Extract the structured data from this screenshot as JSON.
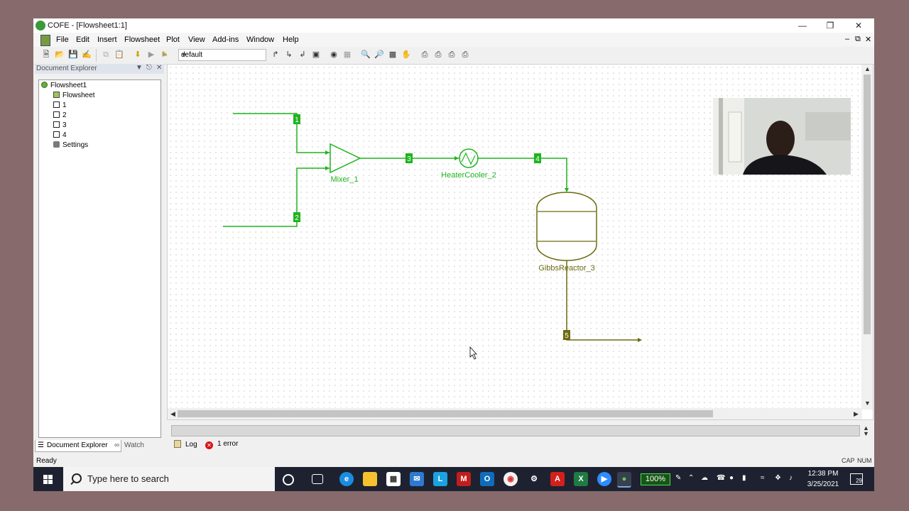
{
  "window": {
    "title": "COFE - [Flowsheet1:1]"
  },
  "menu": [
    "File",
    "Edit",
    "Insert",
    "Flowsheet",
    "Plot",
    "View",
    "Add-ins",
    "Window",
    "Help"
  ],
  "toolbar": {
    "combo_value": "default"
  },
  "explorer": {
    "title": "Document Explorer",
    "tree": [
      {
        "label": "Flowsheet1",
        "icon": "flowsheet-icon"
      },
      {
        "label": "Flowsheet",
        "icon": "document-icon"
      },
      {
        "label": "1",
        "icon": "stream-icon"
      },
      {
        "label": "2",
        "icon": "stream-icon"
      },
      {
        "label": "3",
        "icon": "stream-icon"
      },
      {
        "label": "4",
        "icon": "stream-icon"
      },
      {
        "label": "Settings",
        "icon": "settings-icon"
      }
    ],
    "tabs": [
      "Document Explorer",
      "Watch"
    ]
  },
  "flowsheet": {
    "streams": [
      "1",
      "2",
      "3",
      "4",
      "5"
    ],
    "units": {
      "mixer": "Mixer_1",
      "heater": "HeaterCooler_2",
      "reactor": "GibbsReactor_3"
    },
    "colors": {
      "stream": "#1fb41f",
      "reactor": "#6b6b10"
    }
  },
  "output": {
    "log_label": "Log",
    "error_label": "1 error"
  },
  "status": {
    "text": "Ready",
    "cap": "CAP",
    "num": "NUM"
  },
  "taskbar": {
    "search_placeholder": "Type here to search",
    "zoom": "100%",
    "time": "12:38 PM",
    "date": "3/25/2021",
    "notifications": "29"
  }
}
